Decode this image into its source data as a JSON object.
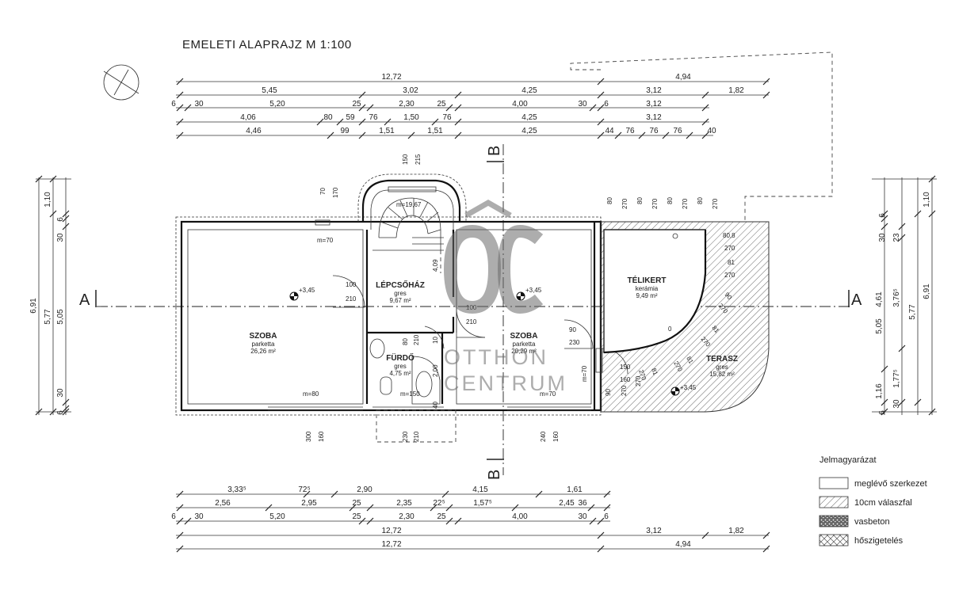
{
  "title": "EMELETI ALAPRAJZ M 1:100",
  "watermark": {
    "line1": "OTTHON",
    "line2": "CENTRUM",
    "logo": "OC"
  },
  "section_markers": {
    "a_left": "A",
    "a_right": "A",
    "b_top": "B",
    "b_bottom": "B"
  },
  "rooms": [
    {
      "name": "SZOBA",
      "material": "parketta",
      "area": "26,26 m²"
    },
    {
      "name": "LÉPCSŐHÁZ",
      "material": "gres",
      "area": "9,67 m²"
    },
    {
      "name": "SZOBA",
      "material": "parketta",
      "area": "20,29 m²"
    },
    {
      "name": "FÜRDŐ",
      "material": "gres",
      "area": "4,75 m²"
    },
    {
      "name": "TÉLIKERT",
      "material": "kerámia",
      "area": "9,49 m²"
    },
    {
      "name": "TERASZ",
      "material": "gres",
      "area": "15,82 m²"
    }
  ],
  "levels": [
    "+3,45",
    "+3,45",
    "+3,45"
  ],
  "top_dims": {
    "row1": [
      "12,72",
      "4,94"
    ],
    "row2": [
      "5,45",
      "3,02",
      "4,25",
      "3,12",
      "1,82"
    ],
    "row3": [
      "6",
      "30",
      "5,20",
      "25",
      "2,30",
      "25",
      "4,00",
      "30",
      "6",
      "3,12"
    ],
    "row4": [
      "4,06",
      "80",
      "59",
      "76",
      "1,50",
      "76",
      "4,25",
      "3,12"
    ],
    "row5": [
      "4,46",
      "99",
      "1,51",
      "1,51",
      "4,25",
      "44",
      "76",
      "76",
      "76",
      "40"
    ]
  },
  "bottom_dims": {
    "row1": [
      "3,33⁵",
      "72⁵",
      "2,90",
      "4,15",
      "1,61"
    ],
    "row2": [
      "2,56",
      "2,95",
      "25",
      "2,35",
      "22⁵",
      "1,57⁵",
      "2,45",
      "36"
    ],
    "row3": [
      "6",
      "30",
      "5,20",
      "25",
      "2,30",
      "25",
      "4,00",
      "30",
      "6"
    ],
    "row4": [
      "12,72",
      "3,12",
      "1,82"
    ],
    "row5": [
      "12,72",
      "4,94"
    ]
  },
  "left_dims": [
    "6,91",
    "5,77",
    "5,05",
    "1,10",
    "6",
    "30",
    "30",
    "6"
  ],
  "right_dims": [
    "4,61",
    "5,05",
    "5,77",
    "6,91",
    "1,10",
    "6",
    "30",
    "23",
    "3,76⁵",
    "1,77⁵",
    "1,16",
    "30",
    "6"
  ],
  "opening_labels": {
    "m70a": "m=70",
    "m1967": "m=19,67",
    "m80": "m=80",
    "m150": "m=150",
    "m70b": "m=70",
    "m70c": "m=70",
    "d100a": "100",
    "d210a": "210",
    "d100b": "100",
    "d210b": "210",
    "d90": "90",
    "d230": "230",
    "d150": "150",
    "d160": "160",
    "d270": "270",
    "d90b": "90",
    "d270b": "270",
    "s150": "150",
    "s215": "215",
    "s70": "70",
    "s170": "170",
    "s80": "80",
    "s210": "210",
    "s10": "10",
    "s200": "2,00",
    "s40": "40",
    "s409": "4,09",
    "b300": "300",
    "b160": "160",
    "b230": "230",
    "b210": "210",
    "b240": "240",
    "b160b": "160",
    "tk": [
      "80",
      "270",
      "80",
      "270",
      "80",
      "270",
      "80",
      "270"
    ],
    "tr": [
      "80,8",
      "270",
      "81",
      "270",
      "90",
      "270",
      "81",
      "270",
      "81",
      "270",
      "81",
      "270",
      "0"
    ]
  },
  "legend": {
    "title": "Jelmagyarázat",
    "items": [
      "meglévő szerkezet",
      "10cm válaszfal",
      "vasbeton",
      "hőszigetelés"
    ]
  }
}
